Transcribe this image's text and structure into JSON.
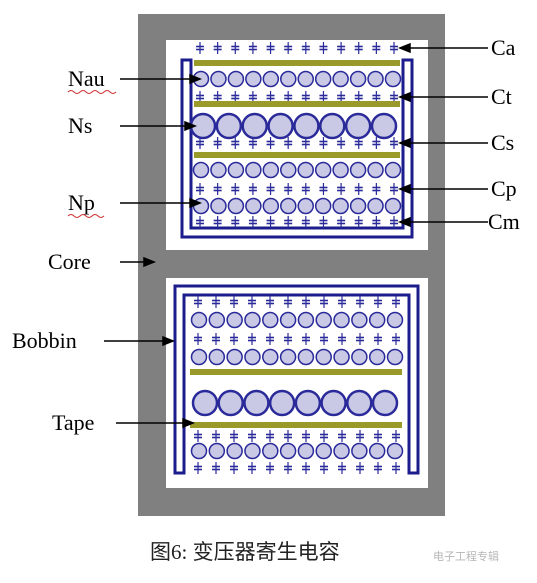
{
  "labels": {
    "ca": "Ca",
    "ct": "Ct",
    "cs": "Cs",
    "cp": "Cp",
    "cm": "Cm",
    "nau": "Nau",
    "ns": "Ns",
    "np": "Np",
    "core": "Core",
    "bobbin": "Bobbin",
    "tape": "Tape"
  },
  "caption": "图6: 变压器寄生电容",
  "watermark": "电子工程专辑",
  "colors": {
    "core": "#808080",
    "window": "#ffffff",
    "bobbin": "#1c1c8c",
    "tape": "#9a9a2a",
    "winding_fill": "#c9c9e6",
    "winding_stroke": "#2a2a9a",
    "capacitor": "#2a2a9a"
  }
}
